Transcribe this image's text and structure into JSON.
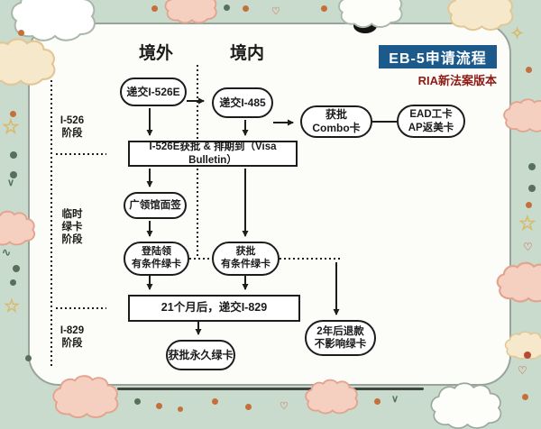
{
  "header": {
    "title": "EB-5申请流程",
    "subtitle": "RIA新法案版本"
  },
  "columns": {
    "overseas": "境外",
    "domestic": "境内"
  },
  "phases": [
    {
      "lines": [
        "I-526",
        "阶段"
      ]
    },
    {
      "lines": [
        "临时",
        "绿卡",
        "阶段"
      ]
    },
    {
      "lines": [
        "I-829",
        "阶段"
      ]
    }
  ],
  "nodes": {
    "submit_i526e": {
      "label": "递交I-526E"
    },
    "submit_i485": {
      "label": "递交I-485"
    },
    "combo": {
      "line1": "获批",
      "line2": "Combo卡"
    },
    "ead": {
      "line1": "EAD工卡",
      "line2": "AP返美卡"
    },
    "bulletin": {
      "label": "I-526E获批 & 排期到（Visa Bulletin）"
    },
    "consulate": {
      "label": "广领馆面签"
    },
    "landing": {
      "line1": "登陆领",
      "line2": "有条件绿卡"
    },
    "conditional": {
      "line1": "获批",
      "line2": "有条件绿卡"
    },
    "i829": {
      "label": "21个月后，递交I-829"
    },
    "permanent": {
      "label": "获批永久绿卡"
    },
    "refund": {
      "line1": "2年后退款",
      "line2": "不影响绿卡"
    }
  },
  "colors": {
    "title_bg": "#1d5a8c",
    "subtitle_red": "#8e1a14",
    "background_green": "#c8dbcd",
    "line_black": "#1c1c1c",
    "node_fill": "#ffffff"
  }
}
